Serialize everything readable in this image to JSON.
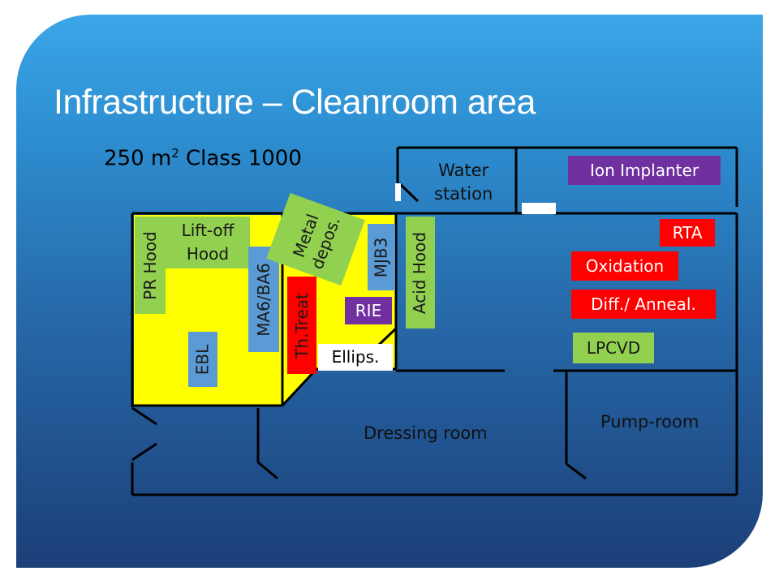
{
  "title": "Infrastructure – Cleanroom area",
  "subtitle": {
    "before": "250 m",
    "sup": "2",
    "after": " Class 1000"
  },
  "rooms": {
    "water_station": "Water\nstation",
    "dressing_room": "Dressing room",
    "pump_room": "Pump-room"
  },
  "equipment": {
    "pr_hood": "PR Hood",
    "liftoff_hood": "Lift-off\nHood",
    "ma6_ba6": "MA6/BA6",
    "metal_depos": "Metal\ndepos.",
    "mjb3": "MJB3",
    "ebl": "EBL",
    "th_treat": "Th.Treat",
    "rie": "RIE",
    "ellips": "Ellips.",
    "acid_hood": "Acid Hood",
    "ion_implanter": "Ion Implanter",
    "rta": "RTA",
    "oxidation": "Oxidation",
    "diff_anneal": "Diff./ Anneal.",
    "lpcvd": "LPCVD"
  },
  "colors": {
    "background_top": "#3aa6e8",
    "background_bottom": "#1c3f78",
    "cleanroom_fill": "#ffff00",
    "green": "#92d050",
    "blue": "#5b9bd5",
    "red": "#ff0000",
    "purple": "#7030a0",
    "wall": "#000000"
  }
}
